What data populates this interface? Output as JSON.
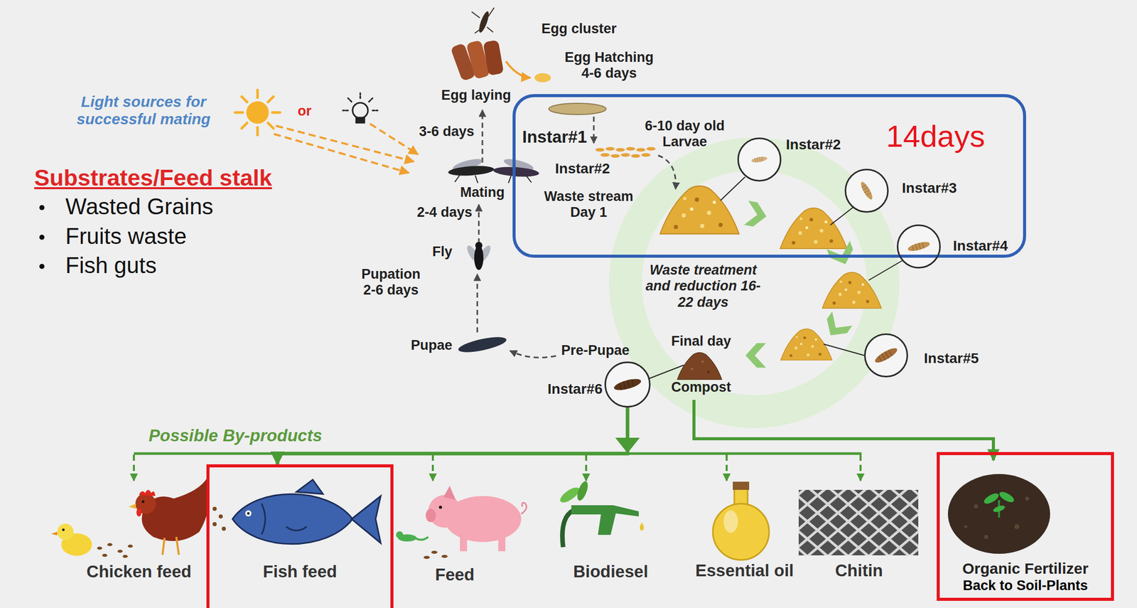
{
  "diagram": {
    "nodes": [
      {
        "text": [
          "14days"
        ]
      },
      {
        "text": [
          "Instar#2"
        ],
        "in": 0
      },
      {
        "text": [
          "Instar#3"
        ],
        "in": 0
      },
      {
        "text": [
          "Instar#4"
        ]
      },
      {
        "text": [
          "Instar#5"
        ]
      },
      {
        "text": [
          "Instar#6"
        ]
      },
      {
        "text": [
          "Fish feed"
        ]
      },
      {
        "text": [
          "Organic Fertilizer",
          "Back to Soil-Plants"
        ]
      }
    ],
    "edges": [
      {
        "from": 5,
        "to": 6,
        "arrow": "to"
      }
    ],
    "labels": [
      "Egg cluster",
      "Egg Hatching 4-6 days",
      "Light sources for successful mating",
      "or",
      "Egg laying",
      "3-6 days",
      "Instar#1",
      "6-10 day old Larvae",
      "Instar#2",
      "Substrates/Feed stalk",
      "Wasted Grains",
      "Fruits waste",
      "Fish guts",
      "Mating",
      "2-4 days",
      "Waste stream Day 1",
      "Fly",
      "Pupation 2-6 days",
      "Waste treatment and reduction 16-22 days",
      "Pupae",
      "Pre-Pupae",
      "Final day",
      "Compost",
      "Possible By-products",
      "Chicken feed",
      "Feed",
      "Biodiesel",
      "Essential oil",
      "Chitin"
    ]
  }
}
